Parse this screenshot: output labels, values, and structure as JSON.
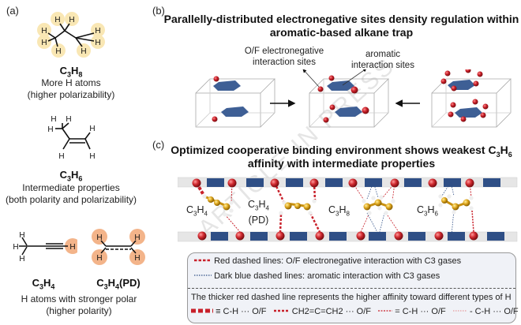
{
  "panel_a": {
    "label": "(a)",
    "c3h8": {
      "name_base": "C",
      "sub1": "3",
      "h": "H",
      "sub2": "8",
      "line1": "More H atoms",
      "line2": "(higher polarizability)"
    },
    "c3h6": {
      "name_base": "C",
      "sub1": "3",
      "h": "H",
      "sub2": "6",
      "line1": "Intermediate properties",
      "line2": "(both polarity and polarizability)"
    },
    "c3h4": {
      "name_base": "C",
      "sub1": "3",
      "h": "H",
      "sub2": "4",
      "suffix": ""
    },
    "c3h4pd": {
      "name_base": "C",
      "sub1": "3",
      "h": "H",
      "sub2": "4",
      "suffix": "(PD)"
    },
    "polar_line1": "H atoms with stronger polar",
    "polar_line2": "(higher polarity)",
    "atom_label": "H"
  },
  "panel_b": {
    "label": "(b)",
    "title_line1": "Parallelly-distributed electronegative sites density regulation within",
    "title_line2": "aromatic-based alkane trap",
    "annot_left_1": "O/F electronegative",
    "annot_left_2": "interaction sites",
    "annot_right_1": "aromatic",
    "annot_right_2": "interaction sites"
  },
  "panel_c": {
    "label": "(c)",
    "title_line1_pre": "Optimized cooperative binding environment shows weakest C",
    "title_sub1": "3",
    "title_h": "H",
    "title_sub2": "6",
    "title_line2": "affinity with intermediate properties",
    "molecules": [
      {
        "base": "C",
        "s1": "3",
        "h": "H",
        "s2": "4",
        "extra": ""
      },
      {
        "base": "C",
        "s1": "3",
        "h": "H",
        "s2": "4",
        "extra": "(PD)"
      },
      {
        "base": "C",
        "s1": "3",
        "h": "H",
        "s2": "8",
        "extra": ""
      },
      {
        "base": "C",
        "s1": "3",
        "h": "H",
        "s2": "6",
        "extra": ""
      }
    ],
    "legend": {
      "red_line": "Red dashed lines: O/F electronegative interaction with C3 gases",
      "blue_line": "Dark blue dashed lines: aromatic interaction with C3 gases",
      "thicker_note": "The thicker red dashed line represents the higher affinity toward different types of H",
      "items": [
        "≡ C-H ··· O/F",
        "CH2=C=CH2 ··· O/F",
        "= C-H ··· O/F",
        "- C-H ··· O/F"
      ]
    }
  },
  "watermark": "ARTICLE IN PRESS",
  "colors": {
    "red_site": "#c8202a",
    "blue_site": "#2f4f86",
    "carbon": "#e0a820",
    "h_glow_polarizable": "#f9e3a8",
    "h_glow_polar": "#f3b48a",
    "channel": "#e6e6e6"
  }
}
